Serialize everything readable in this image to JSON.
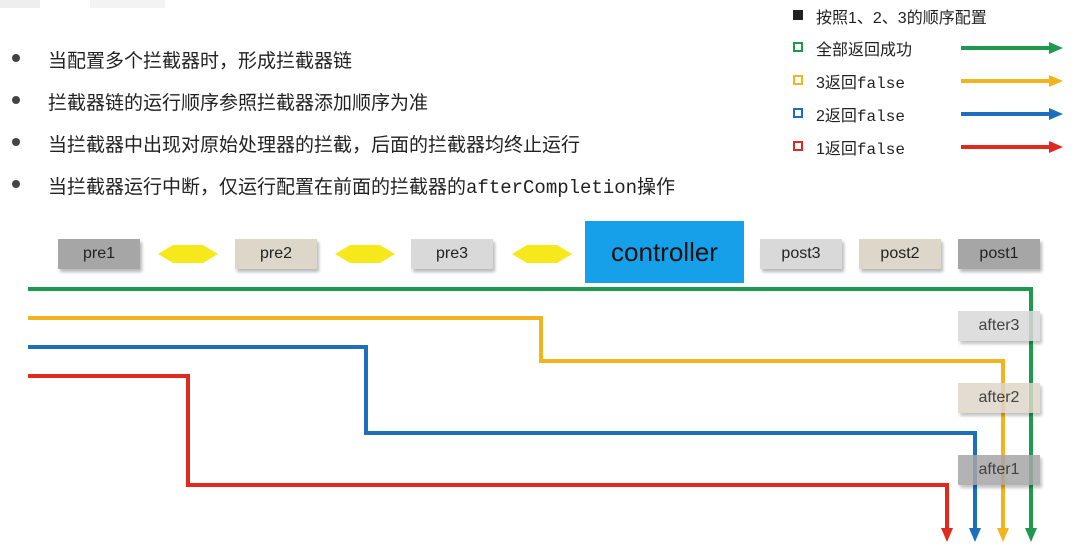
{
  "bullets": [
    {
      "text": "当配置多个拦截器时，形成拦截器链"
    },
    {
      "text": "拦截器链的运行顺序参照拦截器添加顺序为准"
    },
    {
      "text": "当拦截器中出现对原始处理器的拦截，后面的拦截器均终止运行"
    },
    {
      "text_prefix": "当拦截器运行中断，仅运行配置在前面的拦截器的",
      "text_code": "afterCompletion",
      "text_suffix": "操作"
    }
  ],
  "legend": {
    "title": "按照1、2、3的顺序配置",
    "items": [
      {
        "label_prefix": "全部返回成功",
        "label_code": "",
        "color": "#1e9a4f"
      },
      {
        "label_prefix": "3返回",
        "label_code": "false",
        "color": "#f1b41f"
      },
      {
        "label_prefix": "2返回",
        "label_code": "false",
        "color": "#1d6fbe"
      },
      {
        "label_prefix": "1返回",
        "label_code": "false",
        "color": "#e12a1f"
      }
    ]
  },
  "boxes": {
    "pre1": "pre1",
    "pre2": "pre2",
    "pre3": "pre3",
    "controller": "controller",
    "post3": "post3",
    "post2": "post2",
    "post1": "post1",
    "after3": "after3",
    "after2": "after2",
    "after1": "after1"
  },
  "colors": {
    "box_dark": "#a6a6a6",
    "box_beige": "#ddd7c9",
    "box_light": "#d9d9d9",
    "controller": "#17a0ea",
    "diamond": "#f7e81b",
    "green": "#1e9a4f",
    "yellow": "#f1b41f",
    "blue": "#1d6fbe",
    "red": "#e12a1f"
  }
}
